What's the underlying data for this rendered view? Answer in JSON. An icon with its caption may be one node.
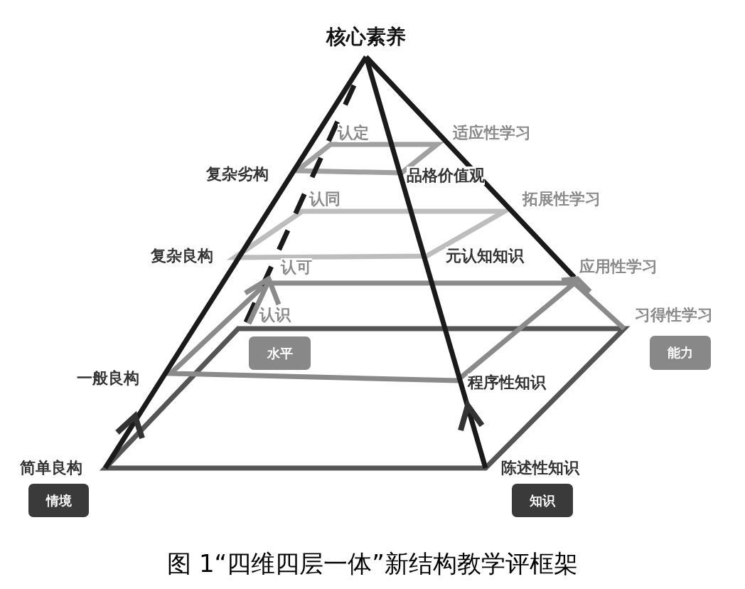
{
  "diagram": {
    "caption": "图 1“四维四层一体”新结构教学评框架",
    "nodes": [
      {
        "text": [
          "水平"
        ]
      },
      {
        "text": [
          "能力"
        ]
      },
      {
        "text": [
          "情境"
        ]
      },
      {
        "text": [
          "知识"
        ]
      }
    ],
    "labels": [
      "核心素养",
      "认定",
      "适应性学习",
      "复杂劣构",
      "品格价值观",
      "认同",
      "拓展性学习",
      "复杂良构",
      "元认知知识",
      "认可",
      "应用性学习",
      "认识",
      "习得性学习",
      "一般良构",
      "程序性知识",
      "简单良构",
      "陈述性知识"
    ]
  }
}
